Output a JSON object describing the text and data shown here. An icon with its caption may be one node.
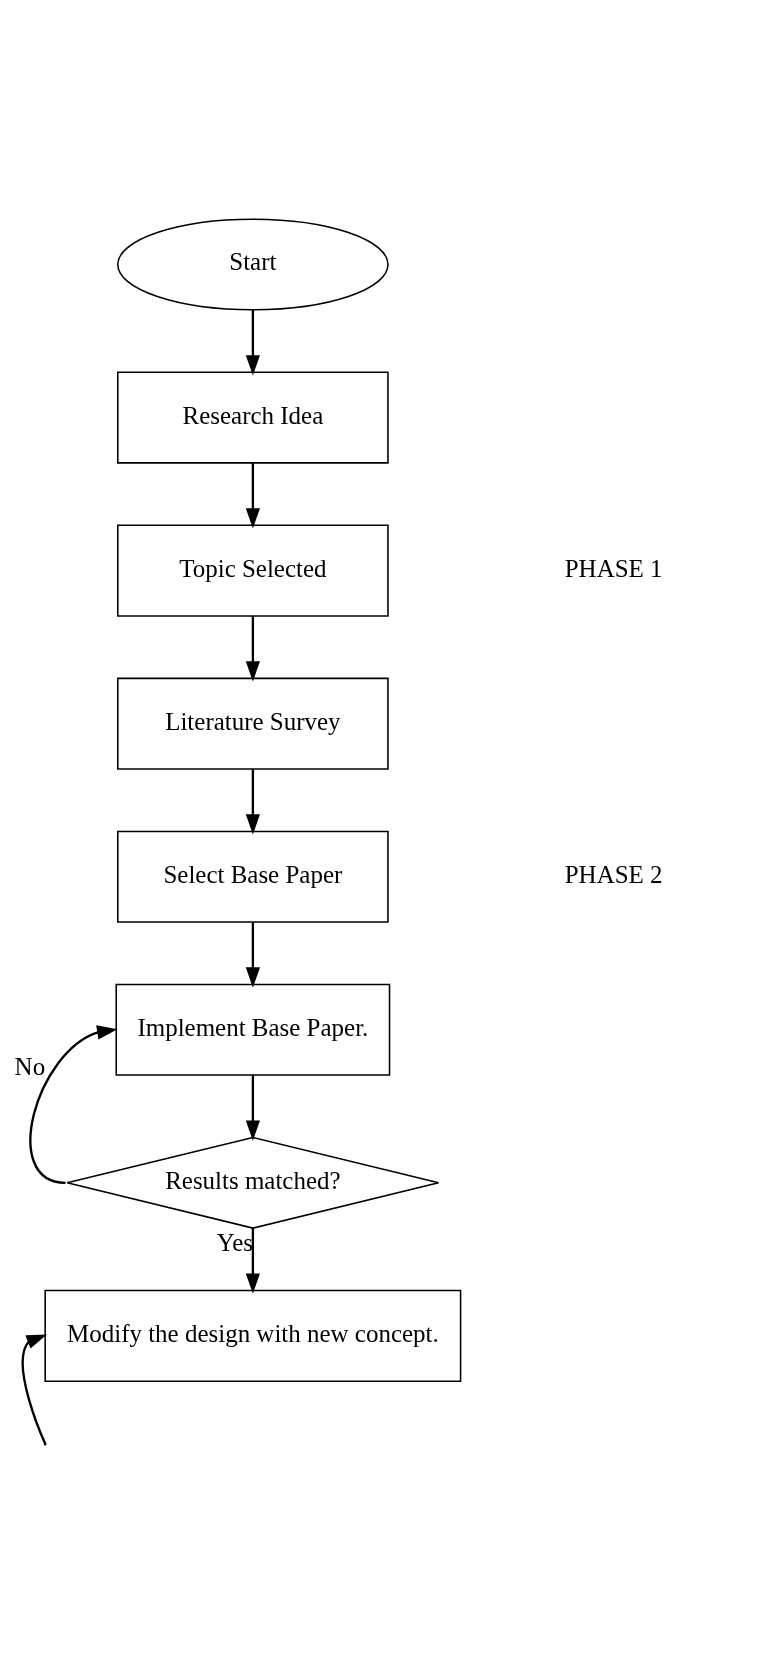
{
  "diagram": {
    "nodes": [
      {
        "text": [
          "Start"
        ]
      },
      {
        "text": [
          "Research Idea"
        ]
      },
      {
        "text": [
          "Topic Selected"
        ]
      },
      {
        "text": [
          "Literature Survey"
        ]
      },
      {
        "text": [
          "Select Base Paper"
        ]
      },
      {
        "text": [
          "Implement Base Paper."
        ]
      },
      {
        "text": [
          "Results matched?"
        ]
      },
      {
        "text": [
          "Modify the design with new concept."
        ]
      }
    ],
    "edges": [
      {
        "from": 0,
        "to": 1,
        "arrow": "to"
      },
      {
        "from": 1,
        "to": 2,
        "arrow": "to"
      },
      {
        "from": 2,
        "to": 3,
        "arrow": "to"
      },
      {
        "from": 3,
        "to": 4,
        "arrow": "to"
      },
      {
        "from": 4,
        "to": 5,
        "arrow": "to"
      },
      {
        "from": 5,
        "to": 6,
        "arrow": "to"
      },
      {
        "from": 6,
        "to": 5,
        "arrow": "to",
        "label": "No"
      },
      {
        "from": 6,
        "to": 7,
        "arrow": "to",
        "label": "Yes"
      },
      {
        "from": null,
        "to": 7,
        "arrow": "to"
      }
    ],
    "labels": [
      "PHASE 1",
      "PHASE 2"
    ]
  }
}
